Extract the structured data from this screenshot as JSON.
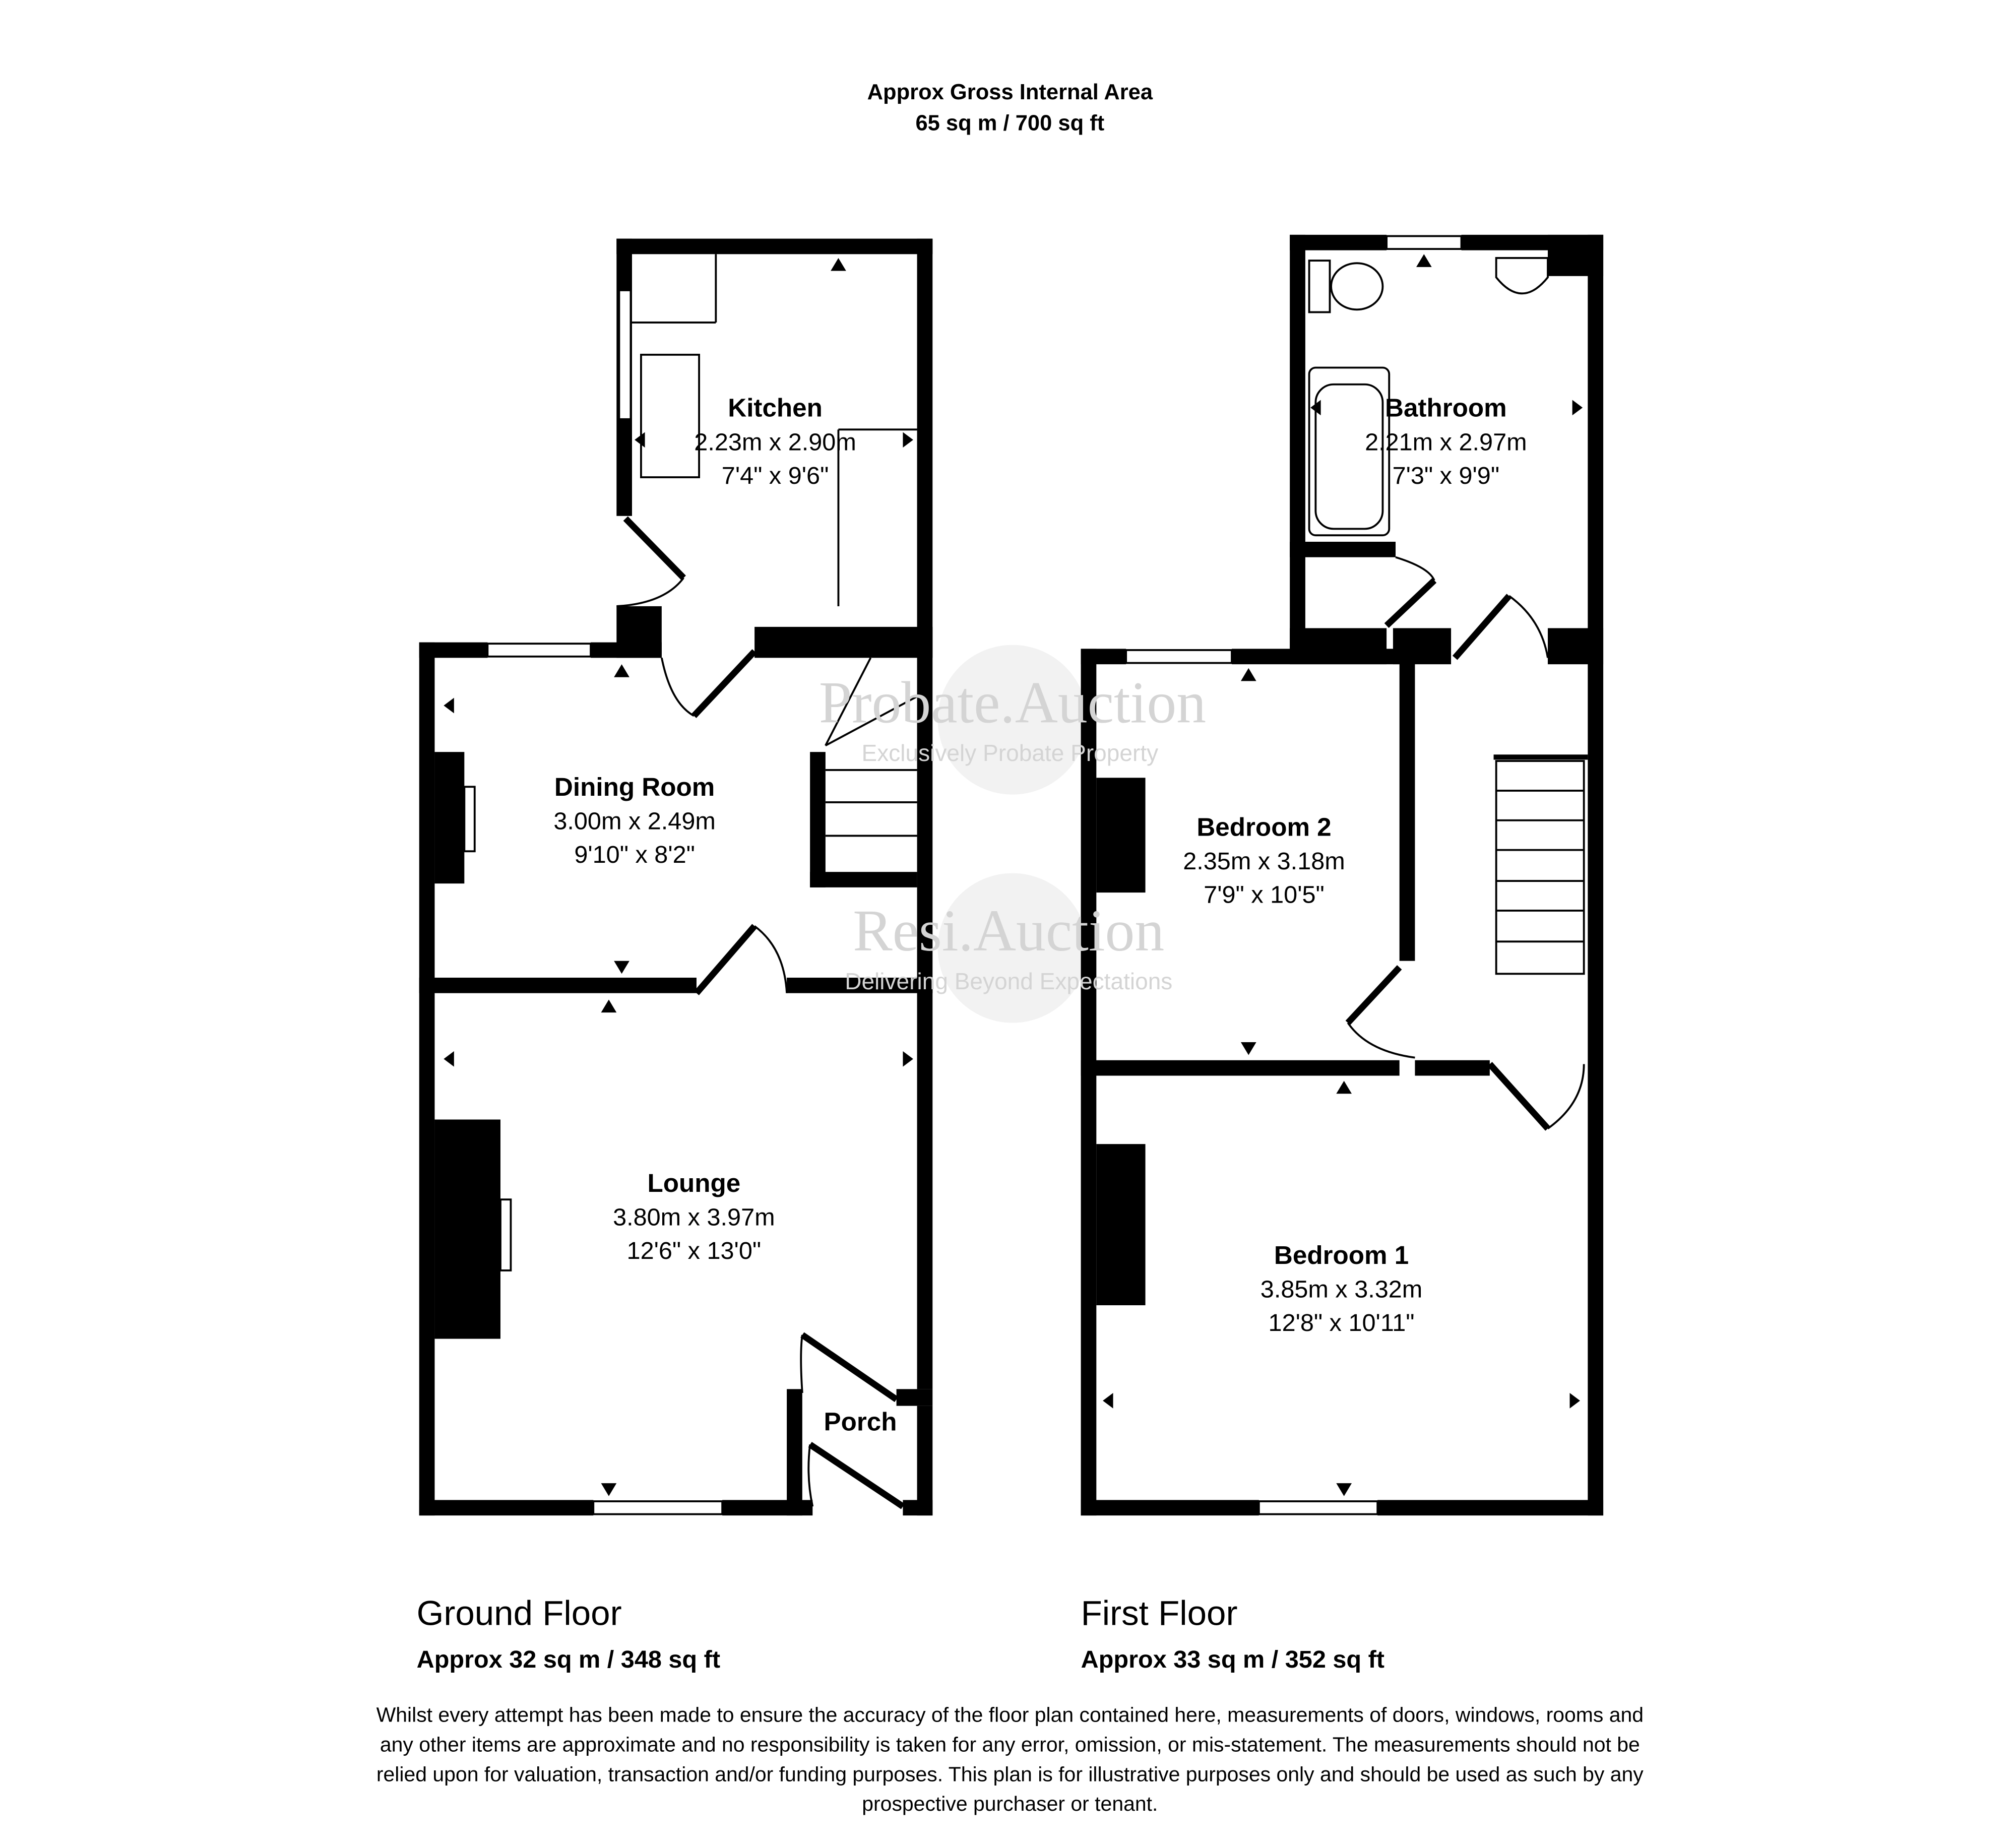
{
  "header": {
    "title_line1": "Approx Gross Internal Area",
    "title_line2": "65 sq m / 700 sq ft"
  },
  "watermarks": {
    "probate": {
      "name": "Probate.Auction",
      "tagline": "Exclusively Probate Property"
    },
    "resi": {
      "name": "Resi.Auction",
      "tagline": "Delivering Beyond Expectations"
    }
  },
  "ground_floor": {
    "label": "Ground Floor",
    "area": "Approx 32 sq m / 348 sq ft",
    "rooms": [
      {
        "name": "Kitchen",
        "metric": "2.23m x 2.90m",
        "imperial": "7'4\" x 9'6\""
      },
      {
        "name": "Dining Room",
        "metric": "3.00m x 2.49m",
        "imperial": "9'10\" x 8'2\""
      },
      {
        "name": "Lounge",
        "metric": "3.80m x 3.97m",
        "imperial": "12'6\" x 13'0\""
      },
      {
        "name": "Porch"
      }
    ]
  },
  "first_floor": {
    "label": "First Floor",
    "area": "Approx 33 sq m / 352 sq ft",
    "rooms": [
      {
        "name": "Bathroom",
        "metric": "2.21m x 2.97m",
        "imperial": "7'3\" x 9'9\""
      },
      {
        "name": "Bedroom 2",
        "metric": "2.35m x 3.18m",
        "imperial": "7'9\" x 10'5\""
      },
      {
        "name": "Bedroom 1",
        "metric": "3.85m x 3.32m",
        "imperial": "12'8\" x 10'11\""
      }
    ]
  },
  "disclaimer": [
    "Whilst every attempt has been made to ensure the accuracy of the floor plan contained here, measurements of doors, windows, rooms and",
    "any other items are approximate and no responsibility is taken for any error, omission, or mis-statement. The measurements should not be",
    "relied upon for valuation, transaction and/or funding purposes. This plan is for illustrative purposes only and should be used as such by any",
    "prospective purchaser or tenant."
  ]
}
